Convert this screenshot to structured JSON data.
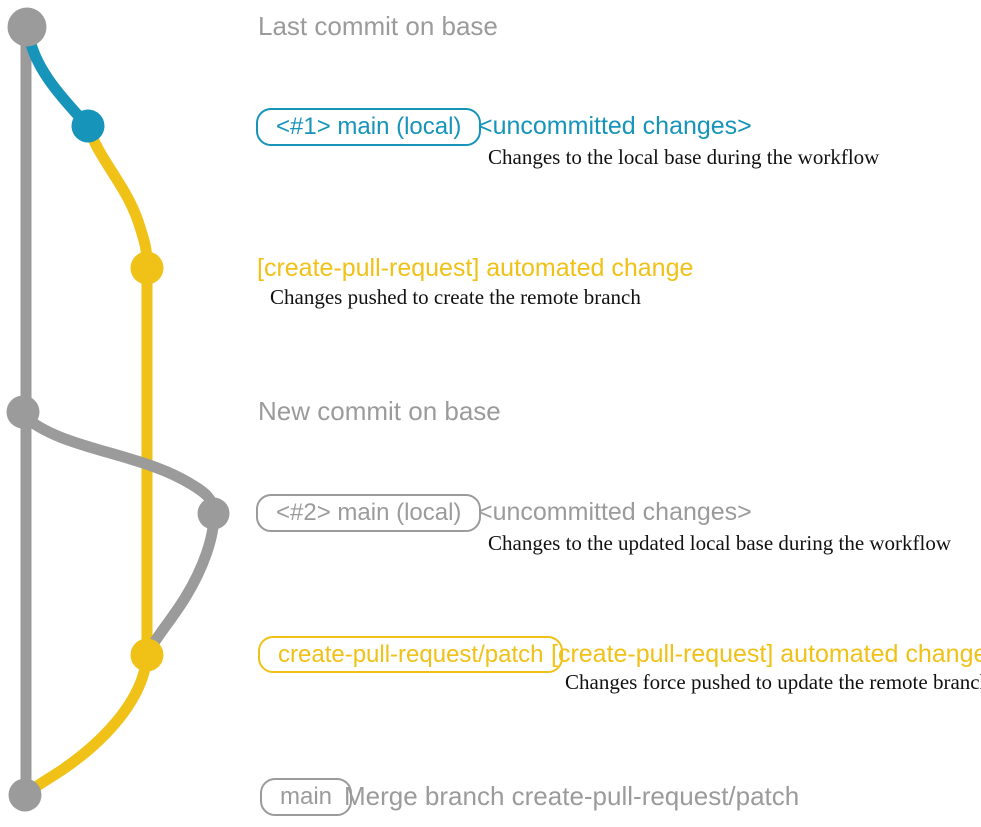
{
  "colors": {
    "gray": "#9B9B9B",
    "teal": "#1694BA",
    "yellow": "#F0C117",
    "text_dark": "#111111"
  },
  "notes": {
    "last_commit_on_base": "Last commit on base",
    "new_commit_on_base": "New commit on base"
  },
  "rows": {
    "uncommitted_1": {
      "badge": "<#1> main (local)",
      "title": "<uncommitted changes>",
      "description": "Changes to the local base during the workflow"
    },
    "automated_1": {
      "title": "[create-pull-request] automated change",
      "description": "Changes pushed to create the remote branch"
    },
    "uncommitted_2": {
      "badge": "<#2> main (local)",
      "title": "<uncommitted changes>",
      "description": "Changes to the updated local base during the workflow"
    },
    "automated_2": {
      "badge": "create-pull-request/patch",
      "title": "[create-pull-request] automated change",
      "description": "Changes force pushed to update the remote branch"
    },
    "merge": {
      "badge": "main",
      "title": "Merge branch create-pull-request/patch"
    }
  }
}
